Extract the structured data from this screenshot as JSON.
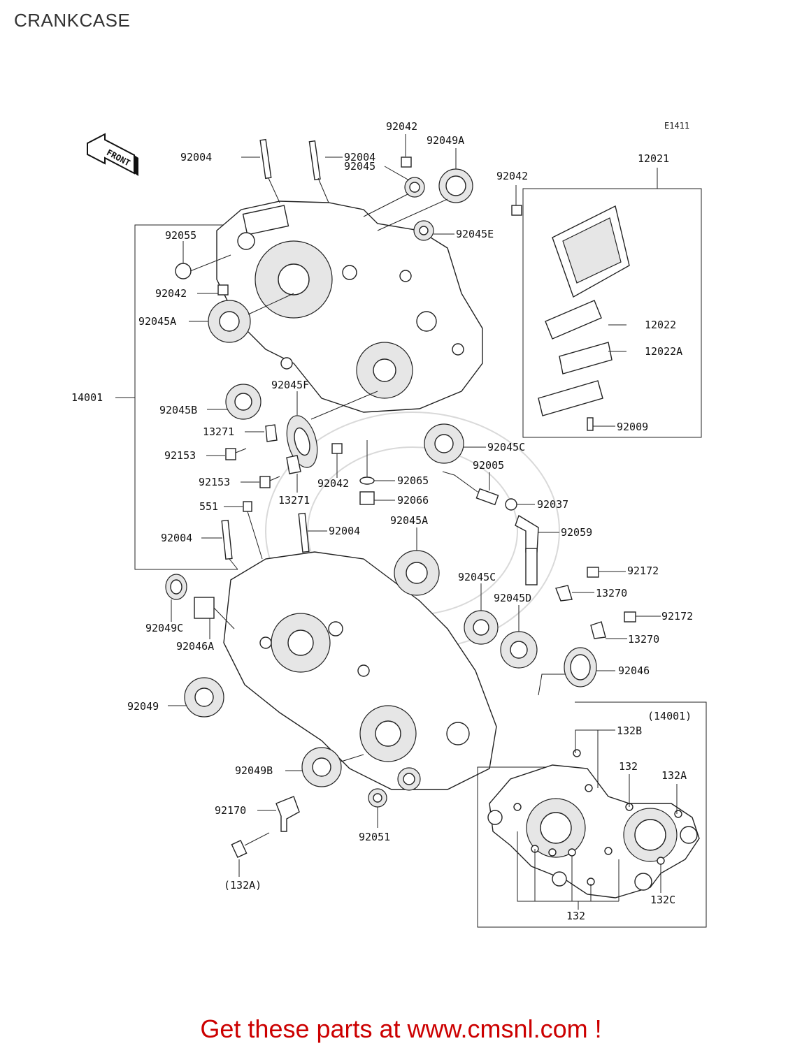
{
  "title": "CRANKCASE",
  "diagram_code": "E1411",
  "front_label": "FRONT",
  "footer": {
    "text": "Get these parts at www.cmsnl.com !"
  },
  "labels": {
    "p92042_top": "92042",
    "p92004_left": "92004",
    "p92004_right": "92004",
    "p92049A": "92049A",
    "p92045_top": "92045",
    "p92042_right": "92042",
    "p12021": "12021",
    "p92055": "92055",
    "p92045E": "92045E",
    "p92042_mid": "92042",
    "p92045A_top": "92045A",
    "p12022": "12022",
    "p12022A": "12022A",
    "p14001": "14001",
    "p92045F": "92045F",
    "p92045B": "92045B",
    "p13271_top": "13271",
    "p92009": "92009",
    "p92045C_top": "92045C",
    "p92153_top": "92153",
    "p92005": "92005",
    "p92042_low": "92042",
    "p92065": "92065",
    "p92153_low": "92153",
    "p13271_low": "13271",
    "p92066": "92066",
    "p92037": "92037",
    "p551": "551",
    "p92045A_low": "92045A",
    "p92059": "92059",
    "p92004_low_left": "92004",
    "p92004_low_right": "92004",
    "p92172_top": "92172",
    "p92045C_low": "92045C",
    "p13270_top": "13270",
    "p92049C": "92049C",
    "p92045D": "92045D",
    "p92172_low": "92172",
    "p92046A": "92046A",
    "p13270_low": "13270",
    "p92046": "92046",
    "p92049": "92049",
    "p14001_paren": "(14001)",
    "p132B": "132B",
    "p132_top": "132",
    "p132A": "132A",
    "p92049B": "92049B",
    "p92170": "92170",
    "p92051": "92051",
    "p132A_paren": "(132A)",
    "p132C": "132C",
    "p132_bottom": "132"
  }
}
